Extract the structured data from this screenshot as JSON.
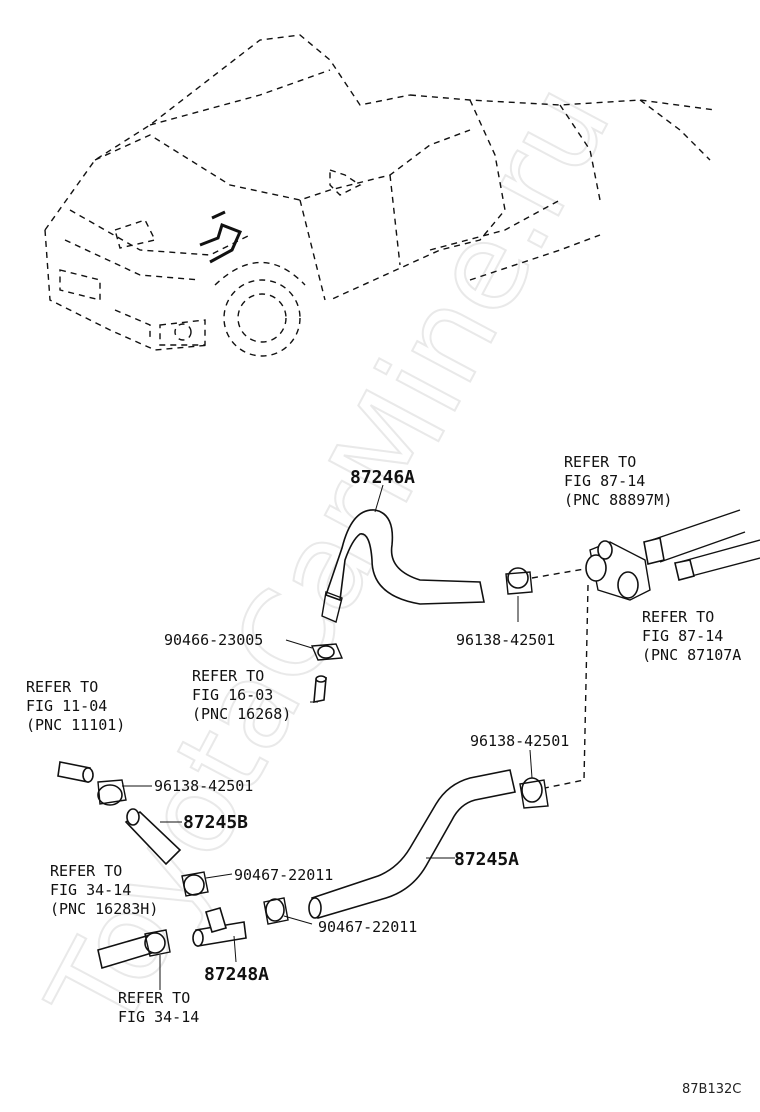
{
  "watermark": "ToyotaCarMine.ru",
  "figure_code": "87B132C",
  "parts": {
    "p87246A": "87246A",
    "p87245A": "87245A",
    "p87245B": "87245B",
    "p87248A": "87248A",
    "p90466_23005": "90466-23005",
    "p96138_42501_top": "96138-42501",
    "p96138_42501_mid": "96138-42501",
    "p96138_42501_left": "96138-42501",
    "p90467_22011_a": "90467-22011",
    "p90467_22011_b": "90467-22011"
  },
  "refs": {
    "ref_88897": [
      "REFER TO",
      "FIG 87-14",
      "(PNC 88897M)"
    ],
    "ref_87107": [
      "REFER TO",
      "FIG 87-14",
      "(PNC 87107A"
    ],
    "ref_16268": [
      "REFER TO",
      "FIG 16-03",
      "(PNC 16268)"
    ],
    "ref_11101": [
      "REFER TO",
      "FIG 11-04",
      "(PNC 11101)"
    ],
    "ref_16283": [
      "REFER TO",
      "FIG 34-14",
      "(PNC 16283H)"
    ],
    "ref_34_14": [
      "REFER TO",
      "FIG 34-14"
    ]
  }
}
